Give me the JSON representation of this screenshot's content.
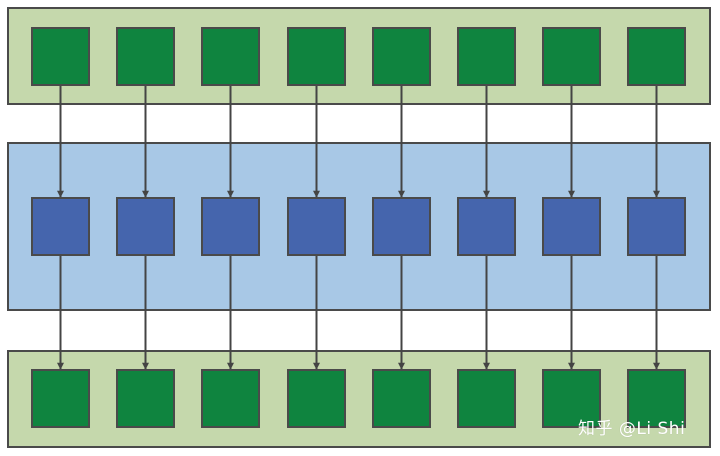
{
  "diagram": {
    "columns": 8,
    "layers": [
      {
        "id": "input",
        "band_color": "#c5d8ac",
        "node_color": "#0f843f"
      },
      {
        "id": "middle",
        "band_color": "#a8c8e6",
        "node_color": "#4565ad"
      },
      {
        "id": "output",
        "band_color": "#c5d8ac",
        "node_color": "#0f843f"
      }
    ],
    "stroke_color": "#4a4a4a",
    "arrow_color": "#444444"
  },
  "watermark": {
    "text": "知乎 @Li Shi"
  }
}
